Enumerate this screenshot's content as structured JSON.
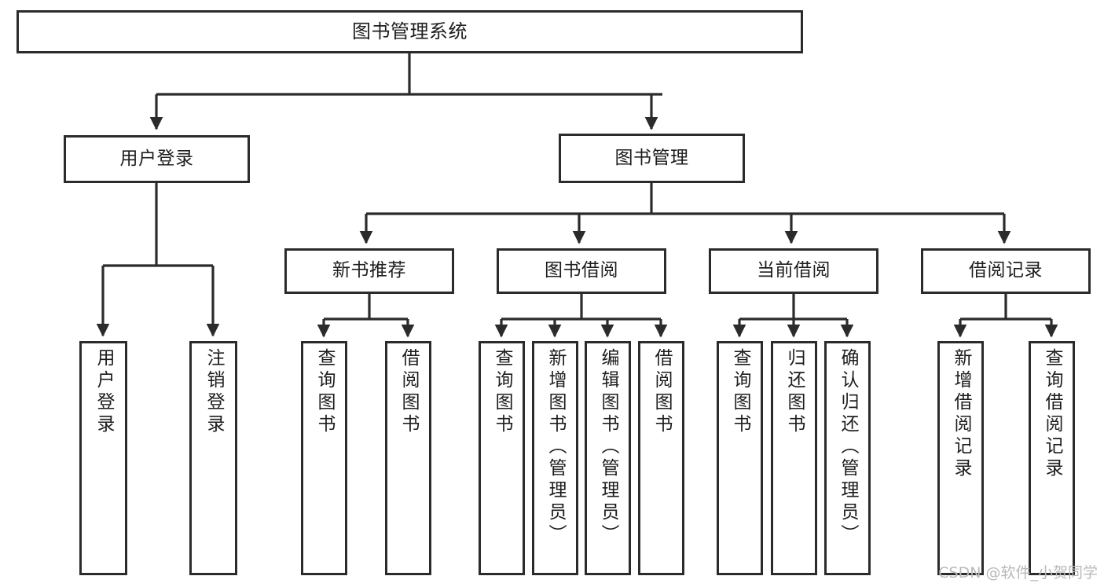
{
  "diagram": {
    "title": "图书管理系统",
    "type": "tree-structure-chart",
    "watermark": "CSDN @软件_小贺同学",
    "colors": {
      "background": "#ffffff",
      "border": "#2b2b2b",
      "text": "#1d1d1d",
      "connector": "#2b2b2b",
      "watermark": "#b9b9b9"
    },
    "nodes": {
      "root": {
        "label": "图书管理系统"
      },
      "level2": [
        {
          "id": "user-login",
          "label": "用户登录"
        },
        {
          "id": "book-manage",
          "label": "图书管理"
        }
      ],
      "level3": [
        {
          "id": "new-book-recommend",
          "label": "新书推荐"
        },
        {
          "id": "book-borrow",
          "label": "图书借阅"
        },
        {
          "id": "current-borrow",
          "label": "当前借阅"
        },
        {
          "id": "borrow-record",
          "label": "借阅记录"
        }
      ],
      "leaves": {
        "user_login": [
          {
            "id": "leaf-user-login",
            "label": "用户登录"
          },
          {
            "id": "leaf-logout-login",
            "label": "注销登录"
          }
        ],
        "new_book_recommend": [
          {
            "id": "leaf-query-book-1",
            "label": "查询图书"
          },
          {
            "id": "leaf-borrow-book-1",
            "label": "借阅图书"
          }
        ],
        "book_borrow": [
          {
            "id": "leaf-query-book-2",
            "label": "查询图书"
          },
          {
            "id": "leaf-add-book",
            "label": "新增图书（管理员）"
          },
          {
            "id": "leaf-edit-book",
            "label": "编辑图书（管理员）"
          },
          {
            "id": "leaf-borrow-book-2",
            "label": "借阅图书"
          }
        ],
        "current_borrow": [
          {
            "id": "leaf-query-book-3",
            "label": "查询图书"
          },
          {
            "id": "leaf-return-book",
            "label": "归还图书"
          },
          {
            "id": "leaf-confirm-return",
            "label": "确认归还（管理员）"
          }
        ],
        "borrow_record": [
          {
            "id": "leaf-add-record",
            "label": "新增借阅记录"
          },
          {
            "id": "leaf-query-record",
            "label": "查询借阅记录"
          }
        ]
      }
    }
  }
}
